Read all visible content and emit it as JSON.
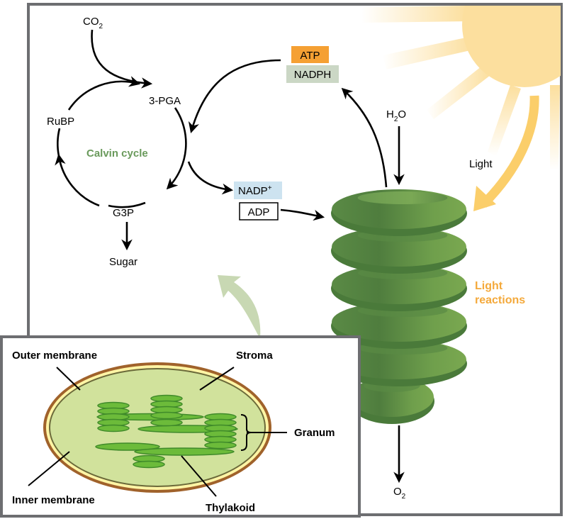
{
  "diagram": {
    "type": "photosynthesis-overview",
    "colors": {
      "frame": "#6d6e71",
      "calvin_label": "#6a9a5c",
      "light_label": "#f4a93b",
      "atp_box": "#f5a033",
      "nadph_box": "#cbd7c5",
      "nadp_box": "#cde3f0",
      "sun": "#fcdf9e",
      "light_arrow": "#fbce6a",
      "thylakoid_dark": "#4a7a3a",
      "thylakoid_light": "#7aa850",
      "stroma": "#d1e29c",
      "outer_membrane": "#a0622b",
      "inner_membrane_gap": "#fff5a5",
      "chloroplast_thylakoid": "#6cbb3a",
      "transition_arrow": "#c8d8b3"
    },
    "calvin_cycle": {
      "title": "Calvin cycle",
      "co2": {
        "main": "CO",
        "sub": "2"
      },
      "pga": "3-PGA",
      "rubp": "RuBP",
      "g3p": "G3P",
      "sugar": "Sugar"
    },
    "energy_carriers": {
      "atp": "ATP",
      "nadph": "NADPH",
      "nadp": {
        "main": "NADP",
        "sup": "+"
      },
      "adp": "ADP"
    },
    "light_reactions": {
      "title_line1": "Light",
      "title_line2": "reactions",
      "light": "Light",
      "h2o": {
        "main1": "H",
        "sub": "2",
        "main2": "O"
      },
      "o2": {
        "main": "O",
        "sub": "2"
      },
      "thylakoid_stack_count": 6
    },
    "chloroplast_inset": {
      "outer_membrane": "Outer membrane",
      "inner_membrane": "Inner membrane",
      "stroma": "Stroma",
      "granum": "Granum",
      "thylakoid": "Thylakoid"
    }
  }
}
